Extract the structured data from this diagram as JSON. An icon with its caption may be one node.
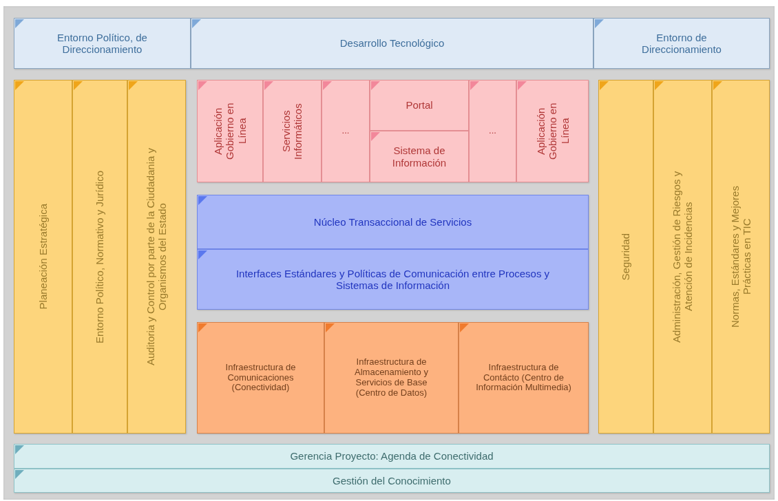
{
  "diagram": {
    "nodes": [
      {
        "text": [
          "Entorno Político, de Direccionamiento"
        ]
      },
      {
        "text": [
          "Desarrollo Tecnológico"
        ]
      },
      {
        "text": [
          "Entorno de Direccionamiento"
        ]
      },
      {
        "text": [
          "Planeación Estratégica"
        ]
      },
      {
        "text": [
          "Entorno Político, Normativo y Jurídico"
        ]
      },
      {
        "text": [
          "Auditoria y Control por parte de la Ciudadania y Organismos del Estado"
        ]
      },
      {
        "text": [
          "Aplicación Gobierno en Línea"
        ]
      },
      {
        "text": [
          "Servicios Informáticos"
        ]
      },
      {
        "text": [
          "..."
        ]
      },
      {
        "text": [
          "Portal"
        ]
      },
      {
        "text": [
          "Sistema de Información"
        ]
      },
      {
        "text": [
          "..."
        ]
      },
      {
        "text": [
          "Aplicación Gobierno en Línea"
        ]
      },
      {
        "text": [
          "Núcleo Transaccional de Servicios"
        ]
      },
      {
        "text": [
          "Interfaces Estándares y Políticas de Comunicación entre Procesos y Sistemas de Información"
        ]
      },
      {
        "text": [
          "Infraestructura de Comunicaciones (Conectividad)"
        ]
      },
      {
        "text": [
          "Infraestructura de Almacenamiento y Servicios de Base (Centro de Datos)"
        ]
      },
      {
        "text": [
          "Infraestructura de Contácto (Centro de Información Multimedia)"
        ]
      },
      {
        "text": [
          "Seguridad"
        ]
      },
      {
        "text": [
          "Administración, Gestión de Riesgos y Atención de Incidencias"
        ]
      },
      {
        "text": [
          "Normas, Estándares y Mejores Prácticas en TIC"
        ]
      },
      {
        "text": [
          "Gerencia Proyecto: Agenda de Conectividad"
        ]
      },
      {
        "text": [
          "Gestión del Conocimiento"
        ]
      }
    ]
  }
}
